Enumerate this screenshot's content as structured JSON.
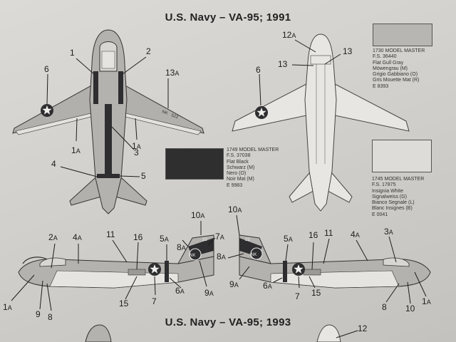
{
  "titles": {
    "top": "U.S. Navy – VA-95; 1991",
    "bottom": "U.S. Navy – VA-95; 1993"
  },
  "paints": {
    "gray": {
      "lines": [
        "1730 MODEL MASTER",
        "F.S. 36440",
        "Flat Gull Gray",
        "Möwengrau (M)",
        "Grigio Gabbiano (O)",
        "Gris Mouette Mat (R)",
        "E 8393"
      ],
      "color": "#b8b6b2"
    },
    "black": {
      "lines": [
        "1749 MODEL MASTER",
        "F.S. 37038",
        "Flat Black",
        "Schwarz (M)",
        "Nero (O)",
        "Noir Mat (M)",
        "E 9983"
      ],
      "color": "#2f2f30"
    },
    "white": {
      "lines": [
        "1745 MODEL MASTER",
        "F.S. 17875",
        "Insignia White",
        "Signalweiss (G)",
        "Bianco Segnale (L)",
        "Blanc Insignes (B)",
        "E 0041"
      ],
      "color": "#dedcd8"
    }
  },
  "callouts": [
    {
      "n": "1"
    },
    {
      "n": "2"
    },
    {
      "n": "6"
    },
    {
      "n": "13",
      "s": "A"
    },
    {
      "n": "1",
      "s": "A"
    },
    {
      "n": "3"
    },
    {
      "n": "1",
      "s": "A"
    },
    {
      "n": "4"
    },
    {
      "n": "5"
    },
    {
      "n": "12",
      "s": "A"
    },
    {
      "n": "13"
    },
    {
      "n": "13"
    },
    {
      "n": "6"
    },
    {
      "n": "10",
      "s": "A"
    },
    {
      "n": "7",
      "s": "A"
    },
    {
      "n": "2",
      "s": "A"
    },
    {
      "n": "4",
      "s": "A"
    },
    {
      "n": "11"
    },
    {
      "n": "16"
    },
    {
      "n": "5",
      "s": "A"
    },
    {
      "n": "8",
      "s": "A"
    },
    {
      "n": "9",
      "s": "A"
    },
    {
      "n": "6",
      "s": "A"
    },
    {
      "n": "7"
    },
    {
      "n": "15"
    },
    {
      "n": "1",
      "s": "A"
    },
    {
      "n": "9"
    },
    {
      "n": "8"
    },
    {
      "n": "10",
      "s": "A"
    },
    {
      "n": "5",
      "s": "A"
    },
    {
      "n": "16"
    },
    {
      "n": "11"
    },
    {
      "n": "4",
      "s": "A"
    },
    {
      "n": "3",
      "s": "A"
    },
    {
      "n": "8",
      "s": "A"
    },
    {
      "n": "9",
      "s": "A"
    },
    {
      "n": "6",
      "s": "A"
    },
    {
      "n": "7"
    },
    {
      "n": "15"
    },
    {
      "n": "8"
    },
    {
      "n": "10"
    },
    {
      "n": "1",
      "s": "A"
    },
    {
      "n": "12"
    }
  ],
  "markings": {
    "tail_code": "NK",
    "modex": "522",
    "tail_number": "22"
  }
}
